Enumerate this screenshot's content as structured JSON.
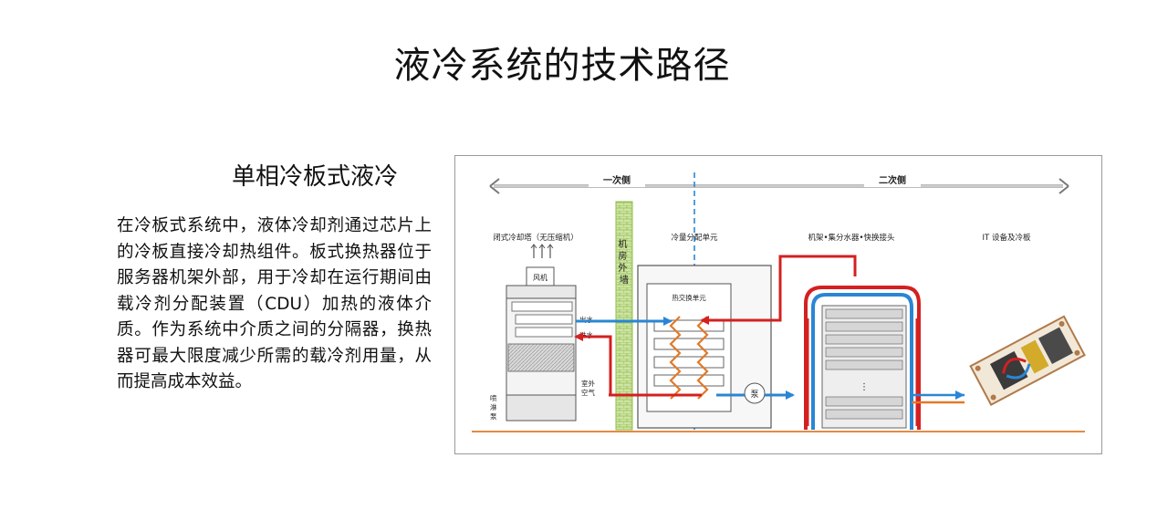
{
  "slide": {
    "title": "液冷系统的技术路径",
    "subtitle": "单相冷板式液冷",
    "body": "在冷板式系统中，液体冷却剂通过芯片上的冷板直接冷却热组件。板式换热器位于服务器机架外部，用于冷却在运行期间由载冷剂分配装置（CDU）加热的液体介质。作为系统中介质之间的分隔器，换热器可最大限度减少所需的载冷剂用量，从而提高成本效益。"
  },
  "diagram": {
    "primary_side": "一次侧",
    "secondary_side": "二次侧",
    "cooling_tower": "闭式冷却塔（无压缩机）",
    "fan": "风机",
    "outlet": "出水",
    "inlet": "进水",
    "outdoor_air": "室外空气",
    "spray": "喷淋泵",
    "machine_room_wall": "机房外墙",
    "cdu": "冷量分配单元",
    "heat_exchanger": "热交换单元",
    "pump": "泵",
    "rack_manifold": "机架•集分水器•快换接头",
    "it_equipment": "IT 设备及冷板",
    "colors": {
      "hot": "#d42020",
      "cold": "#2a86d4",
      "wall": "#8fbf4a",
      "orange": "#e07a2a"
    }
  }
}
